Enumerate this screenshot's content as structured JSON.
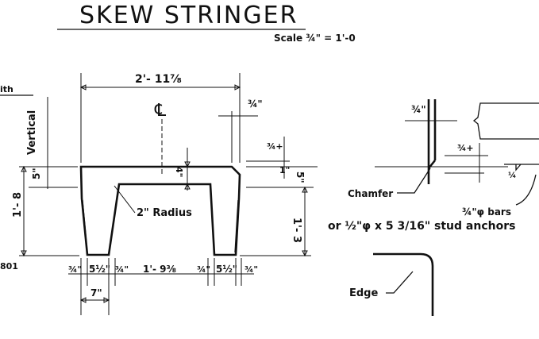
{
  "title": "SKEW STRINGER",
  "scale": "Scale ¾\" = 1'-0",
  "left_edge": {
    "with": "ith",
    "code": "801"
  },
  "section": {
    "vertical": "Vertical",
    "top_width": "2'- 11⅞",
    "centerline": "℄",
    "dim_three_quarter_top": "¾\"",
    "dim_inch_fraction_right": "¾+",
    "dim_1_right": "1\"",
    "dim_5_left": "5\"",
    "dim_5_right": "5\"",
    "dim_4_center": "4\"",
    "height_left": "1'- 8",
    "height_right": "1'- 3",
    "radius": "2\" Radius",
    "bottom_dims": [
      "¾\"",
      "5½\"",
      "¾\"",
      "1'- 9⅜",
      "¾\"",
      "5½\"",
      "¾\""
    ],
    "leg_width": "7\""
  },
  "detail": {
    "dim_three_quarter": "¾\"",
    "dim_plus": "¾+",
    "chamfer": "Chamfer",
    "weld": "¼",
    "bars": "¾\"φ bars",
    "studs": "or ½\"φ x 5 3/16\" stud anchors",
    "edge": "Edge"
  }
}
